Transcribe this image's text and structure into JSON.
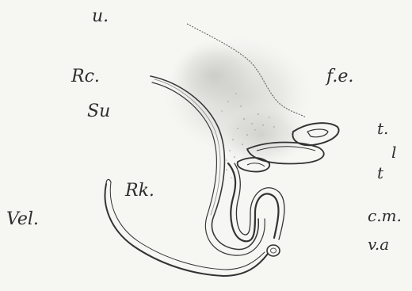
{
  "figure": {
    "labels": {
      "u": "u.",
      "rc": "Rc.",
      "su": "Su",
      "fe": "f.e.",
      "t1": "t.",
      "l": "l",
      "t2": "t",
      "rk": "Rk.",
      "vel": "Vel.",
      "cm": "c.m.",
      "va": "v.a"
    },
    "colors": {
      "paper": "#f6f6f3",
      "ink": "#3a3a3a",
      "stipple": "#9a9a9a"
    }
  }
}
